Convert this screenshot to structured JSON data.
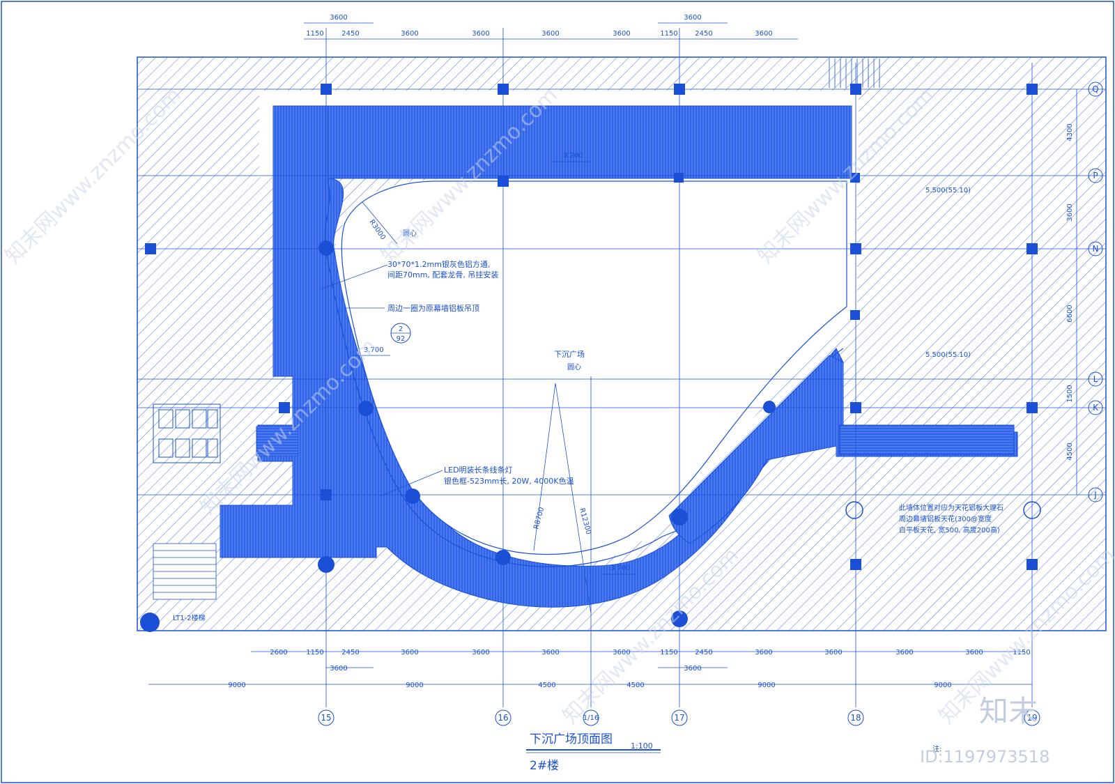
{
  "title": "下沉广场顶面图",
  "scale": "1:100",
  "subtitle": "2#楼",
  "brand": "知末",
  "image_id": "ID:1197973518",
  "note_label": "注:",
  "watermark_text": "知末网www.znzmo.com",
  "colors": {
    "line": "#1a4fd6",
    "fill": "#2f63e8",
    "hatch": "#4a72e0",
    "text": "#1a4fd6"
  },
  "dims_top_upper": [
    "3600",
    "3600"
  ],
  "dims_top_lower": [
    "1150",
    "2450",
    "3600",
    "3600",
    "3600",
    "3600",
    "1150",
    "2450",
    "3600"
  ],
  "dims_bottom_row1": [
    "2600",
    "1150",
    "2450",
    "3600",
    "3600",
    "3600",
    "3600",
    "1150",
    "2450",
    "3600",
    "3600",
    "3600",
    "3600",
    "1150"
  ],
  "dims_bottom_row2": [
    "3600",
    "3600"
  ],
  "dims_bottom_row3": [
    "9000",
    "9000",
    "4500",
    "4500",
    "9000",
    "9000"
  ],
  "axes_columns": [
    "15",
    "16",
    "1/16",
    "17",
    "18",
    "19"
  ],
  "axes_rows": [
    "Q",
    "P",
    "N",
    "L",
    "K",
    "J"
  ],
  "dims_right": [
    "4300",
    "3600",
    "6600",
    "1500",
    "4500"
  ],
  "annotations": {
    "elev_top": "3.200",
    "elev_left": "3.700",
    "elev_bottom": "3.700",
    "radius_r3000": "R3000",
    "radius_r8700": "R8700",
    "radius_r12300": "R12300",
    "center_label": "圆心",
    "plaza_label": "下沉广场",
    "plaza_center": "圆心",
    "note_1_line1": "30*70*1.2mm银灰色铝方通,",
    "note_1_line2": "间距70mm, 配套龙骨, 吊挂安装",
    "note_2": "周边一圈为原幕墙铝板吊顶",
    "detail_top": "2",
    "detail_bottom": "92",
    "led_line1": "LED明装长条线条灯",
    "led_line2": "银色框-523mm长, 20W, 4000K色温",
    "right_elev_1": "5.500(55.10)",
    "right_elev_2": "5.500(55.10)",
    "right_note_line1": "此墙体位置对应为天花铝板大理石",
    "right_note_line2": "周边幕墙铝板天花(300@宽度",
    "right_note_line3": "白平板天花, 宽500, 高度200高)",
    "room_lift": "LT1-2楼梯"
  }
}
